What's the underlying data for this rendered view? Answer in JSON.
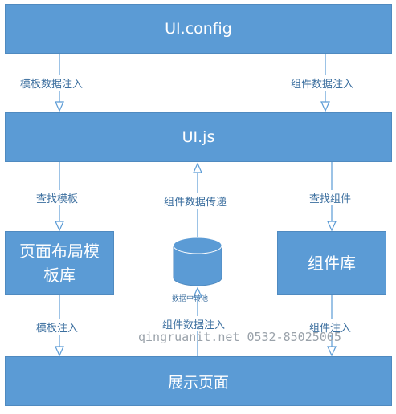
{
  "nodes": {
    "config": "UI.config",
    "uijs": "UI.js",
    "template_lib": "页面布局模板库",
    "component_lib": "组件库",
    "display": "展示页面",
    "data_pool": "数据中转池"
  },
  "edges": {
    "template_data_inject": "模板数据注入",
    "component_data_inject": "组件数据注入",
    "find_template": "查找模板",
    "component_data_pass": "组件数据传递",
    "find_component": "查找组件",
    "template_inject": "模板注入",
    "component_data_inject_2": "组件数据注入",
    "component_inject": "组件注入"
  },
  "watermark": "qingruanit.net 0532-85025005",
  "colors": {
    "box_fill": "#5b9bd5",
    "box_border": "#4f8ac0",
    "connector": "#5b9bd5",
    "label_text": "#3c6f9f"
  }
}
